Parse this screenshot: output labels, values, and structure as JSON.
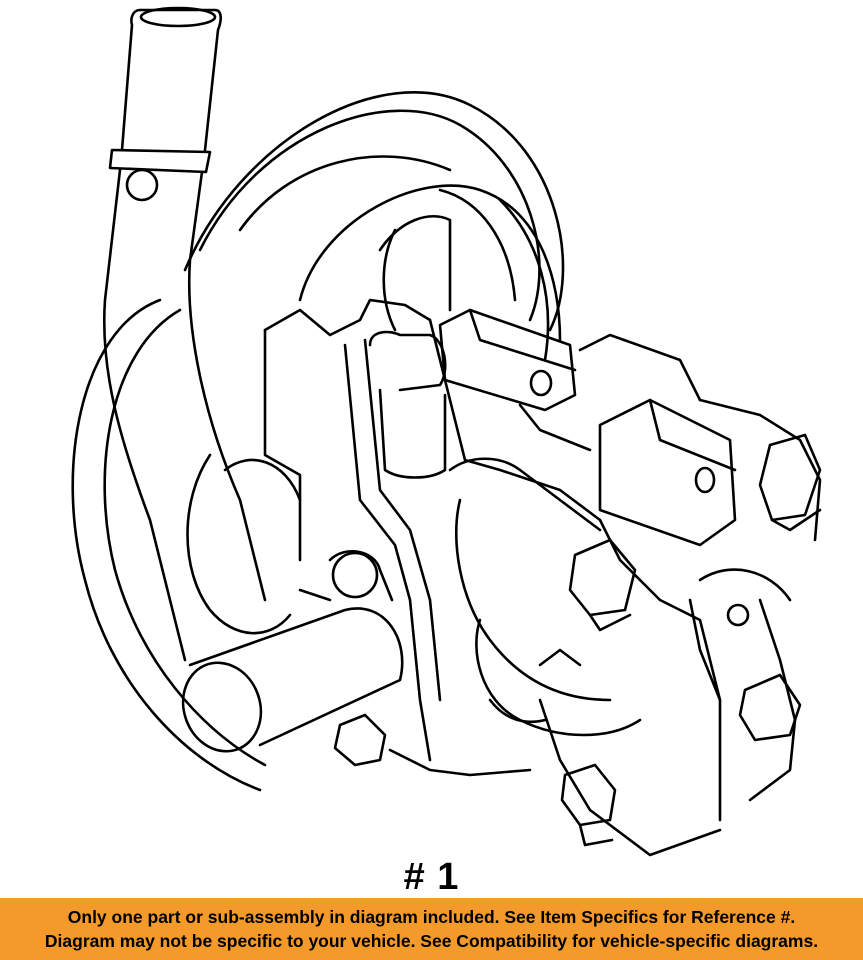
{
  "diagram": {
    "part_label": "# 1",
    "disclaimer": {
      "line1": "Only one part or sub-assembly in diagram included. See Item Specifics for Reference #.",
      "line2": "Diagram may not be specific to your vehicle. See Compatibility for vehicle-specific diagrams."
    },
    "colors": {
      "banner": "#f39a2b",
      "line_art": "#000000",
      "background": "#ffffff"
    }
  }
}
